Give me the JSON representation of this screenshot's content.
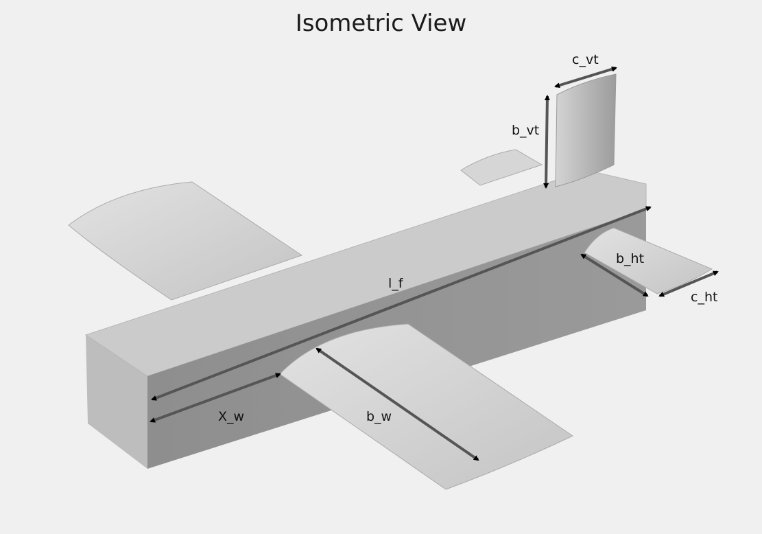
{
  "title": "Isometric View",
  "labels": {
    "c_vt": "c_vt",
    "b_vt": "b_vt",
    "b_ht": "b_ht",
    "c_ht": "c_ht",
    "l_f": "l_f",
    "X_w": "X_w",
    "b_w": "b_w"
  },
  "colors": {
    "background": "#f0f0f0",
    "arrow": "#555555"
  }
}
